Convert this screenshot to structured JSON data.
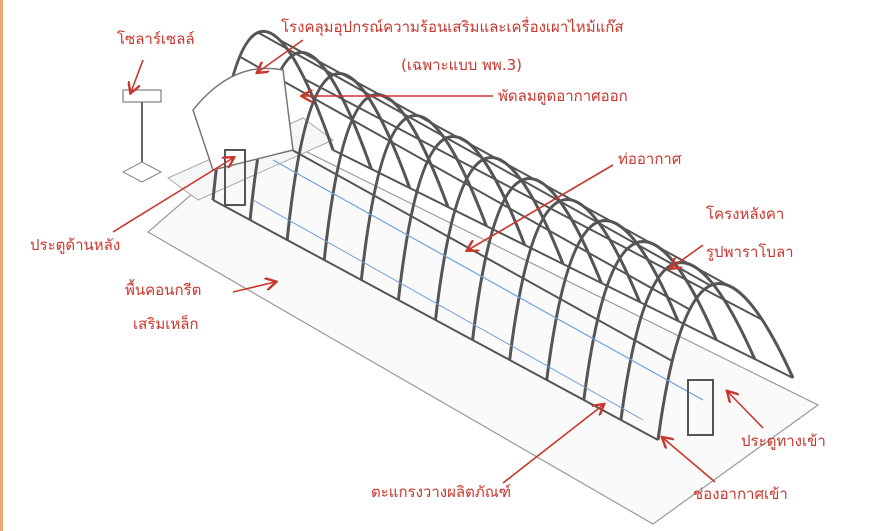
{
  "labels": {
    "solar_cell": "โซลาร์เซลล์",
    "heater_house": "โรงคลุมอุปกรณ์ความร้อนเสริมและเครื่องเผาไหม้แก๊ส",
    "heater_house_note": "(เฉพาะแบบ พพ.3)",
    "exhaust_fan": "พัดลมดูดอากาศออก",
    "air_duct": "ท่ออากาศ",
    "roof_frame_1": "โครงหลังคา",
    "roof_frame_2": "รูปพาราโบลา",
    "rear_door": "ประตูด้านหลัง",
    "concrete_floor_1": "พื้นคอนกรีต",
    "concrete_floor_2": "เสริมเหล็ก",
    "entrance_door": "ประตูทางเข้า",
    "product_rack": "ตะแกรงวางผลิตภัณฑ์",
    "air_inlet": "ช่องอากาศเข้า"
  },
  "colors": {
    "label": "#c8372d",
    "frame": "#555555",
    "duct": "#6fa3d8",
    "border": "#e9a572"
  }
}
